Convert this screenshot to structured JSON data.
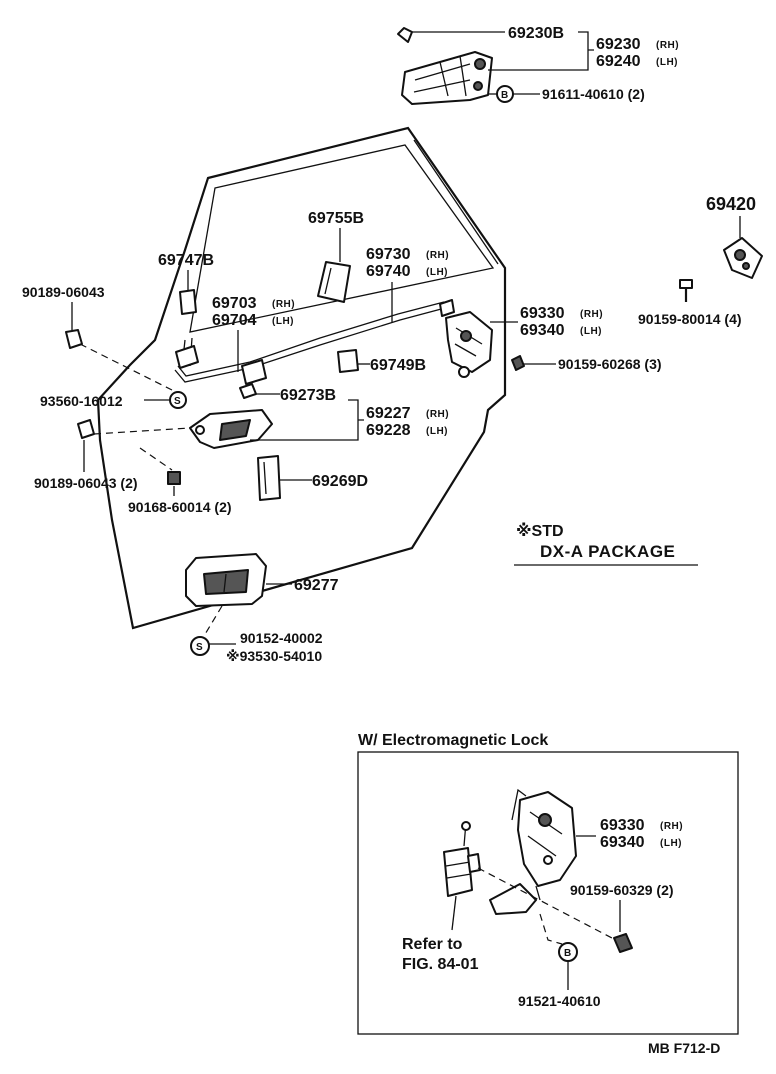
{
  "labels": {
    "p69230B": "69230B",
    "p69230": "69230",
    "p69230_sfx": "(RH)",
    "p69240": "69240",
    "p69240_sfx": "(LH)",
    "p91611": "91611-40610 (2)",
    "p69420": "69420",
    "p90159_80014": "90159-80014 (4)",
    "p69755B": "69755B",
    "p69747B": "69747B",
    "p69730": "69730",
    "p69730_sfx": "(RH)",
    "p69740": "69740",
    "p69740_sfx": "(LH)",
    "p90189_top": "90189-06043",
    "p69703": "69703",
    "p69703_sfx": "(RH)",
    "p69704": "69704",
    "p69704_sfx": "(LH)",
    "p69330_top": "69330",
    "p69330_top_sfx": "(RH)",
    "p69340_top": "69340",
    "p69340_top_sfx": "(LH)",
    "p69749B": "69749B",
    "p90159_60268": "90159-60268 (3)",
    "p93560": "93560-16012",
    "p69273B": "69273B",
    "p69227": "69227",
    "p69227_sfx": "(RH)",
    "p69228": "69228",
    "p69228_sfx": "(LH)",
    "p90189_bot": "90189-06043 (2)",
    "p90168": "90168-60014 (2)",
    "p69269D": "69269D",
    "std_note": "※STD",
    "package_title": "DX-A  PACKAGE",
    "p69277": "69277",
    "p90152": "90152-40002",
    "p93530": "※93530-54010",
    "s_mark": "S",
    "b_mark": "B",
    "inset_title": "W/ Electromagnetic Lock",
    "p69330_in": "69330",
    "p69330_in_sfx": "(RH)",
    "p69340_in": "69340",
    "p69340_in_sfx": "(LH)",
    "p90159_60329": "90159-60329 (2)",
    "refer_line1": "Refer to",
    "refer_line2": "FIG. 84-01",
    "p91521": "91521-40610",
    "figure_code": "MB  F712-D"
  }
}
